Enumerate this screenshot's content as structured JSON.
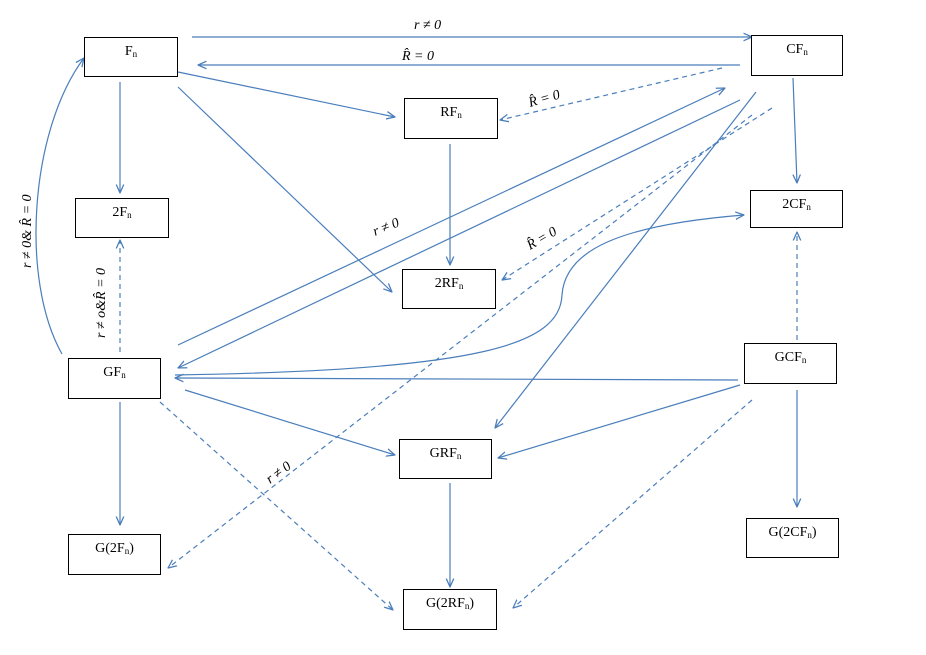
{
  "nodes": {
    "Fn": {
      "base": "F",
      "sub": "n",
      "close": ""
    },
    "CFn": {
      "base": "CF",
      "sub": "n",
      "close": ""
    },
    "RFn": {
      "base": "RF",
      "sub": "n",
      "close": ""
    },
    "2Fn": {
      "base": "2F",
      "sub": "n",
      "close": ""
    },
    "2CFn": {
      "base": "2CF",
      "sub": "n",
      "close": ""
    },
    "2RFn": {
      "base": "2RF",
      "sub": "n",
      "close": ""
    },
    "GFn": {
      "base": "GF",
      "sub": "n",
      "close": ""
    },
    "GCFn": {
      "base": "GCF",
      "sub": "n",
      "close": ""
    },
    "GRFn": {
      "base": "GRF",
      "sub": "n",
      "close": ""
    },
    "G2Fn": {
      "base": "G(2F",
      "sub": "n",
      "close": ")"
    },
    "G2CFn": {
      "base": "G(2CF",
      "sub": "n",
      "close": ")"
    },
    "G2RFn": {
      "base": "G(2RF",
      "sub": "n",
      "close": ")"
    }
  },
  "edge_labels": {
    "r_ne_0": "r ≠ 0",
    "Rhat_eq_0": "R̂ = 0",
    "r_ne_0_and_Rhat_eq_0": "r ≠ 0& R̂ = 0",
    "r_ne_o_and_Rhat_eq_0": "r ≠ o&R̂ = 0"
  },
  "colors": {
    "arrow": "#4a7ebb",
    "box_border": "#000000",
    "text": "#000000"
  }
}
